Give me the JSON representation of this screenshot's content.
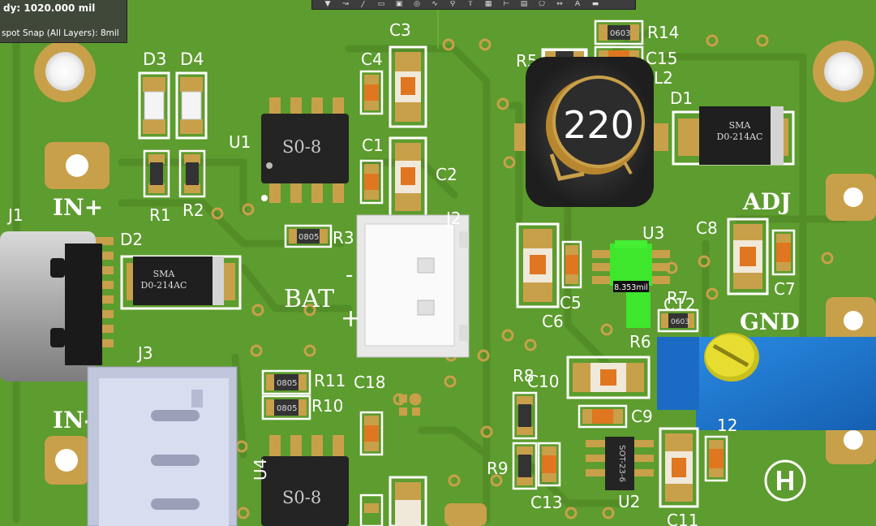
{
  "hud": {
    "dy": "dy:  1020.000  mil",
    "snap": "spot Snap (All Layers): 8mil"
  },
  "toolbar": {
    "tools": [
      "filter-icon",
      "route-icon",
      "line-icon",
      "rect-icon",
      "place-icon",
      "via-icon",
      "wire-icon",
      "pin-icon",
      "text-icon",
      "pad-icon",
      "ruler-icon",
      "grid-icon",
      "polygon-icon",
      "dimension-icon",
      "text-tool-icon",
      "comment-icon"
    ]
  },
  "board": {
    "silk": {
      "d3": "D3",
      "d4": "D4",
      "r1": "R1",
      "r2": "R2",
      "u1": "U1",
      "c3": "C3",
      "c4": "C4",
      "c1": "C1",
      "c2": "C2",
      "r5": "R5",
      "r14": "R14",
      "c15": "C15",
      "l2": "L2",
      "d1": "D1",
      "j1": "J1",
      "in_plus": "IN+",
      "d2": "D2",
      "r3": "R3",
      "j2": "J2",
      "bat": "BAT",
      "u3": "U3",
      "c8": "C8",
      "adj": "ADJ",
      "c7": "C7",
      "c5": "C5",
      "c6": "C6",
      "r7": "R7",
      "c12": "C12",
      "gnd": "GND",
      "r6": "R6",
      "j3": "J3",
      "r11": "R11",
      "c18": "C18",
      "r10": "R10",
      "in_minus": "IN-",
      "r8": "R8",
      "c10": "C10",
      "c9": "C9",
      "u4": "U4",
      "r9": "R9",
      "c13": "C13",
      "u2": "U2",
      "c11": "C11",
      "r12": "12",
      "minus": "-",
      "plus": "+"
    },
    "parts": {
      "inductor_value": "220",
      "u1_body": "S0-8",
      "u4_body": "S0-8",
      "sma1": "SMA",
      "sma1_pkg": "D0-214AC",
      "sma2": "SMA",
      "sma2_pkg": "D0-214AC",
      "sot": "SOT-23-6",
      "res_0603": "0603",
      "res_0805": "0805",
      "cap_mark": "C",
      "measure": "8.353mil"
    },
    "colors": {
      "board": "#5d9c2e",
      "copper": "#c9a04a",
      "silk": "#ffffff",
      "highlight": "#3ee62c",
      "pot": "#1f7fd6"
    }
  }
}
